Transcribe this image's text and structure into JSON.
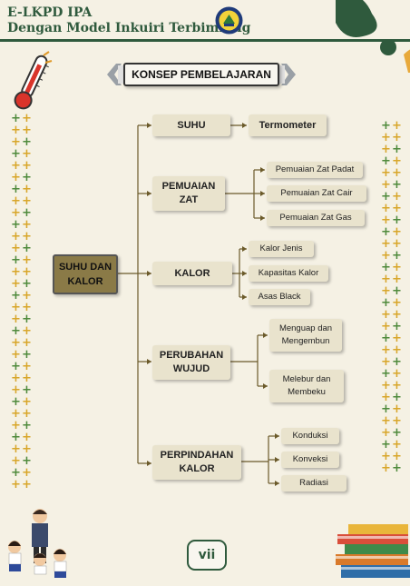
{
  "header": {
    "line1": "E-LKPD IPA",
    "line2": "Dengan Model Inkuiri Terbimbing",
    "logo_icon": "university-seal-icon"
  },
  "title": "KONSEP PEMBELAJARAN",
  "root": "SUHU DAN KALOR",
  "branches": {
    "suhu": "SUHU",
    "pemuaian": "PEMUAIAN ZAT",
    "kalor": "KALOR",
    "perubahan": "PERUBAHAN WUJUD",
    "perpindahan": "PERPINDAHAN KALOR"
  },
  "leaves": {
    "termometer": "Termometer",
    "padat": "Pemuaian Zat Padat",
    "cair": "Pemuaian Zat Cair",
    "gas": "Pemuaian Zat Gas",
    "kalor_jenis": "Kalor Jenis",
    "kapasitas": "Kapasitas Kalor",
    "asas_black": "Asas Black",
    "menguap": "Menguap dan Mengembun",
    "melebur": "Melebur dan Membeku",
    "konduksi": "Konduksi",
    "konveksi": "Konveksi",
    "radiasi": "Radiasi"
  },
  "page_number": "vii",
  "colors": {
    "header_green": "#2f5a3d",
    "plus_yellow": "#d8a62a",
    "plus_green": "#4f8a3c",
    "root_fill": "#8a7a47",
    "box_fill": "#e9e3cd",
    "line_brown": "#6b5a2a"
  },
  "decor": {
    "thermometer": "thermometer-icon",
    "students": "students-illustration",
    "books": "books-stack-icon"
  }
}
